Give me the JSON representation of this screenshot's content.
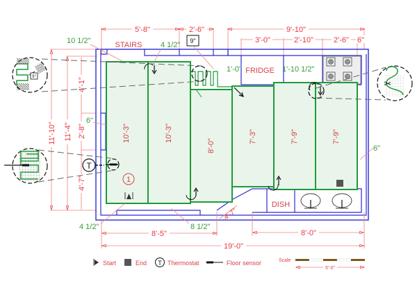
{
  "diagram": {
    "type": "floor heating mat layout (kitchen floor plan)",
    "overall_width": "19'-0\"",
    "top_dimensions": {
      "left_section": "5'-8\"",
      "middle_section": "2'-6\"",
      "right_section": "9'-10\"",
      "right_subsections": [
        "3'-0\"",
        "2'-10\"",
        "2'-6\"",
        "6\""
      ]
    },
    "left_dimensions": {
      "outer": "11'-10\"",
      "inner": "11'-4\"",
      "segments": [
        "4'-1\"",
        "2'-8\"",
        "4'-7\""
      ]
    },
    "bottom_dimensions": {
      "left": "8'-5\"",
      "right": "8'-0\"",
      "total": "19'-0\"",
      "diagonal": "4'-7\""
    },
    "clearances": {
      "top_left": "10 1/2\"",
      "top_middle": "4 1/2\"",
      "box": "9\"",
      "left_side": "6\"",
      "right_side": "6\"",
      "bottom_left": "4 1/2\"",
      "bottom_middle": "8 1/2\"",
      "fridge_left": "1'-0\"",
      "fridge_right": "1'-10 1/2\""
    },
    "rooms": {
      "stairs": "STAIRS",
      "fridge": "FRIDGE",
      "dish": "DISH"
    },
    "mats": [
      {
        "id": "mat-1",
        "length": "10'-3\""
      },
      {
        "id": "mat-2",
        "length": "10'-3\""
      },
      {
        "id": "mat-3",
        "length": "8'-0\""
      },
      {
        "id": "mat-4",
        "length": "7'-3\""
      },
      {
        "id": "mat-5",
        "length": "7'-9\""
      },
      {
        "id": "mat-6",
        "length": "7'-9\""
      }
    ],
    "zone_number": "1",
    "thermostat_symbol": "T",
    "detail_box_label": "9\""
  },
  "legend": {
    "start": "Start",
    "end": "End",
    "thermostat": "Thermostat",
    "thermostat_symbol": "T",
    "floor_sensor": "Floor sensor"
  },
  "scale": {
    "label": "Scale",
    "value": "5'-0\""
  },
  "colors": {
    "wall": "#2b2bd6",
    "dimension": "#e8383d",
    "mat_outline": "#1e9a3a",
    "mat_fill": "#e9f5ea",
    "clearance_text": "#3a9a3a",
    "scale_dark": "#7a5a1e"
  }
}
